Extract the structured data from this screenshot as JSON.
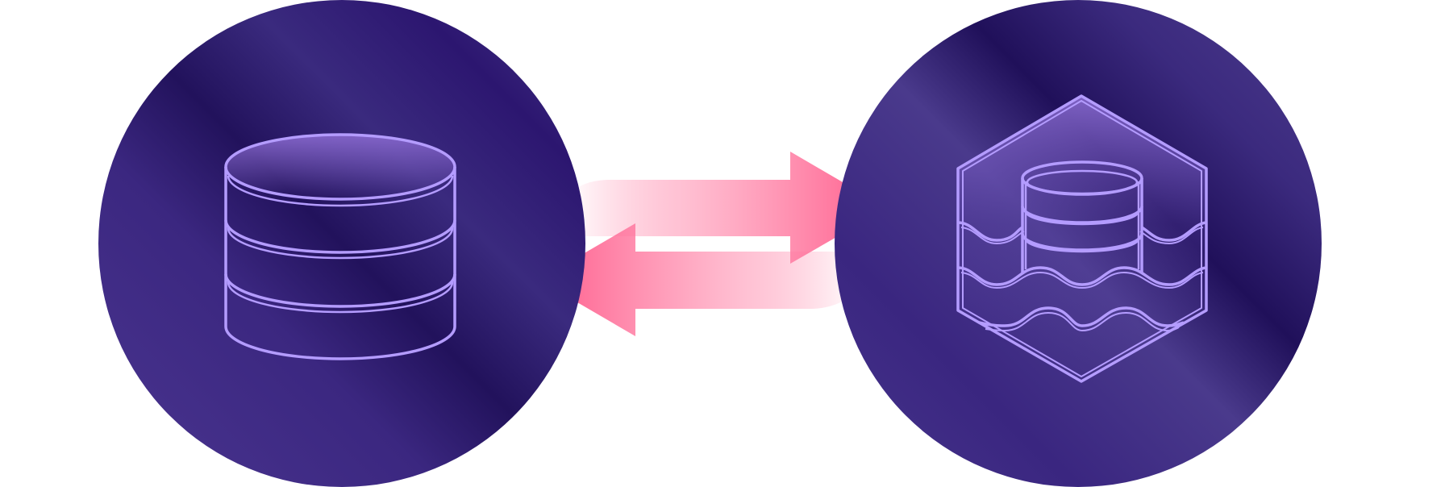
{
  "diagram": {
    "nodes": [
      {
        "id": "database",
        "icon": "database-cylinder-icon"
      },
      {
        "id": "data-lake",
        "icon": "data-lake-hexagon-icon"
      }
    ],
    "edges": [
      {
        "from": "database",
        "to": "data-lake",
        "direction": "right"
      },
      {
        "from": "data-lake",
        "to": "database",
        "direction": "left"
      }
    ]
  },
  "colors": {
    "circle_dark": "#23125e",
    "circle_mid": "#35207a",
    "circle_light": "#4f3a8c",
    "icon_stroke": "#b49cff",
    "icon_fill_top": "#8a6ad0",
    "arrow": "#ff5a8a"
  }
}
